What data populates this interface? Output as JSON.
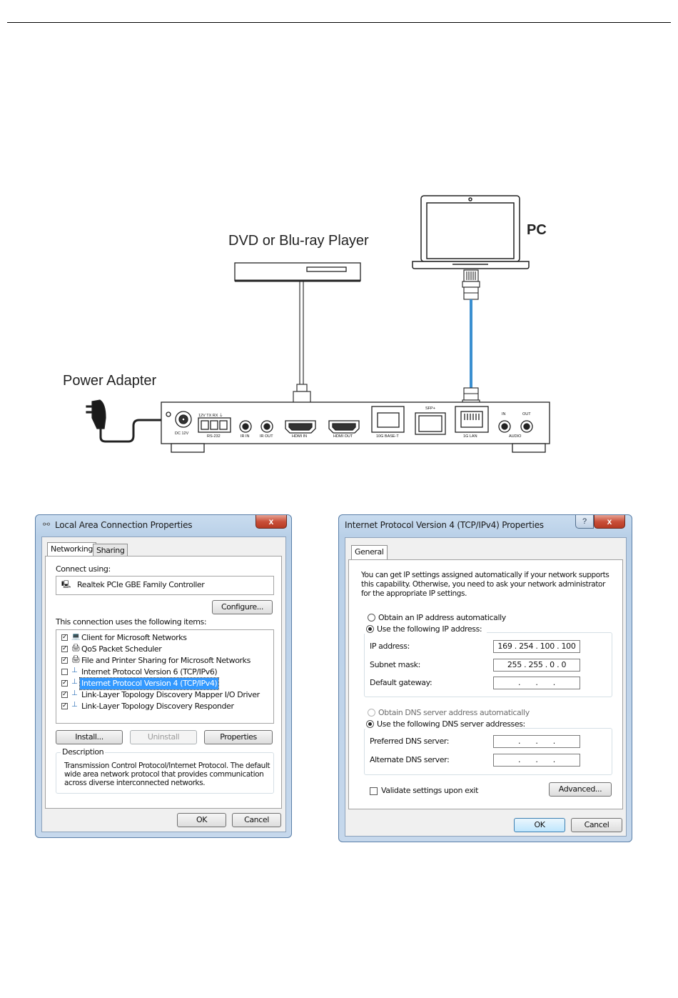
{
  "diagram": {
    "labels": {
      "dvd": "DVD or Blu-ray Player",
      "pc": "PC",
      "power": "Power Adapter"
    },
    "device_ports": {
      "dc": "DC 12V",
      "rs232_top": "12V TX RX ⏚",
      "rs232": "RS-232",
      "ir_in": "IR IN",
      "ir_out": "IR OUT",
      "hdmi_in": "HDMI IN",
      "hdmi_out": "HDMI OUT",
      "base_t": "10G BASE-T",
      "sfp": "SFP+",
      "lan": "1G LAN",
      "audio_in": "IN",
      "audio_out": "OUT",
      "audio": "AUDIO"
    },
    "colors": {
      "ethernet_cable": "#3b8fd0",
      "line": "#222222"
    }
  },
  "lac_window": {
    "title": "Local Area Connection Properties",
    "close": "x",
    "tabs": [
      "Networking",
      "Sharing"
    ],
    "connect_using": "Connect using:",
    "adapter": "Realtek PCIe GBE Family Controller",
    "configure": "Configure...",
    "items_label": "This connection uses the following items:",
    "items": [
      {
        "label": "Client for Microsoft Networks",
        "checked": true,
        "icon": "network-client-icon"
      },
      {
        "label": "QoS Packet Scheduler",
        "checked": true,
        "icon": "network-service-icon"
      },
      {
        "label": "File and Printer Sharing for Microsoft Networks",
        "checked": true,
        "icon": "network-service-icon"
      },
      {
        "label": "Internet Protocol Version 6 (TCP/IPv6)",
        "checked": false,
        "icon": "protocol-icon"
      },
      {
        "label": "Internet Protocol Version 4 (TCP/IPv4)",
        "checked": true,
        "icon": "protocol-icon",
        "selected": true
      },
      {
        "label": "Link-Layer Topology Discovery Mapper I/O Driver",
        "checked": true,
        "icon": "protocol-icon"
      },
      {
        "label": "Link-Layer Topology Discovery Responder",
        "checked": true,
        "icon": "protocol-icon"
      }
    ],
    "install": "Install...",
    "uninstall": "Uninstall",
    "properties": "Properties",
    "description_title": "Description",
    "description_lines": [
      "Transmission Control Protocol/Internet Protocol. The default",
      "wide area network protocol that provides communication",
      "across diverse interconnected networks."
    ],
    "ok": "OK",
    "cancel": "Cancel"
  },
  "ipv4_window": {
    "title": "Internet Protocol Version 4 (TCP/IPv4) Properties",
    "help": "?",
    "close": "x",
    "tab": "General",
    "intro_lines": [
      "You can get IP settings assigned automatically if your network supports",
      "this capability. Otherwise, you need to ask your network administrator",
      "for the appropriate IP settings."
    ],
    "obtain_ip": "Obtain an IP address automatically",
    "use_ip": "Use the following IP address:",
    "ip_label": "IP address:",
    "ip_value": "169 . 254 . 100 . 100",
    "mask_label": "Subnet mask:",
    "mask_value": "255 . 255 . 0 . 0",
    "gateway_label": "Default gateway:",
    "empty_ip": ". . .",
    "obtain_dns": "Obtain DNS server address automatically",
    "use_dns": "Use the following DNS server addresses:",
    "pref_dns_label": "Preferred DNS server:",
    "alt_dns_label": "Alternate DNS server:",
    "validate": "Validate settings upon exit",
    "advanced": "Advanced...",
    "ok": "OK",
    "cancel": "Cancel"
  }
}
